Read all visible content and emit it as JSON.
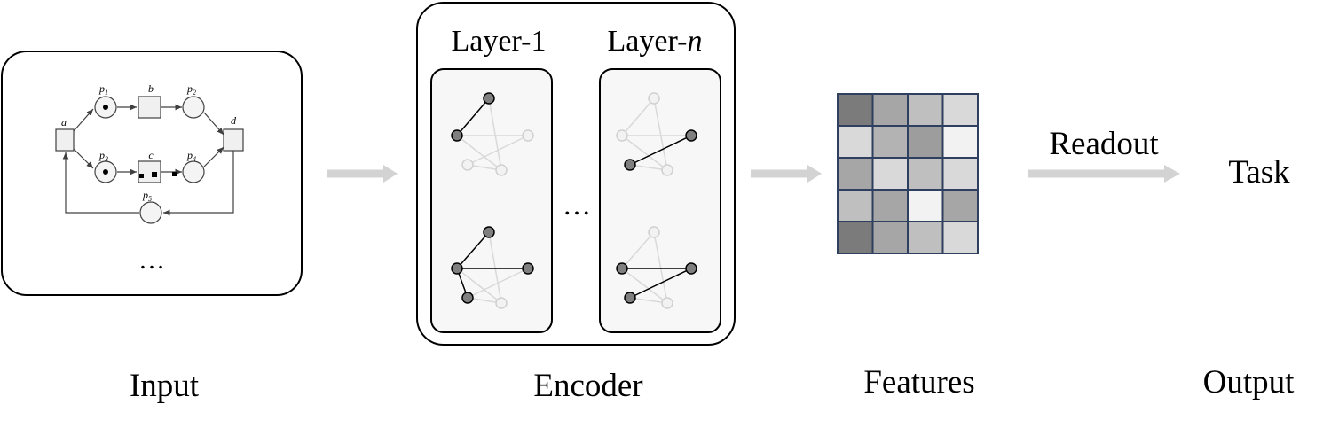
{
  "input": {
    "caption": "Input",
    "ellipsis": "…",
    "petri_net": {
      "transitions": [
        "a",
        "b",
        "c",
        "d"
      ],
      "places": [
        {
          "base": "p",
          "sub": "1",
          "token": true
        },
        {
          "base": "p",
          "sub": "2",
          "token": false
        },
        {
          "base": "p",
          "sub": "3",
          "token": true
        },
        {
          "base": "p",
          "sub": "4",
          "token": false
        },
        {
          "base": "p",
          "sub": "5",
          "token": false
        }
      ]
    }
  },
  "encoder": {
    "caption": "Encoder",
    "layers": [
      {
        "title_prefix": "Layer-",
        "title_index": "1"
      },
      {
        "title_prefix": "Layer-",
        "title_index": "n"
      }
    ],
    "ellipsis": "…"
  },
  "features": {
    "caption": "Features",
    "matrix": [
      [
        "#7b7b7b",
        "#a6a6a6",
        "#bfbfbf",
        "#d9d9d9"
      ],
      [
        "#d9d9d9",
        "#b3b3b3",
        "#9d9d9d",
        "#f2f2f2"
      ],
      [
        "#a6a6a6",
        "#d9d9d9",
        "#bfbfbf",
        "#d9d9d9"
      ],
      [
        "#bfbfbf",
        "#a6a6a6",
        "#f2f2f2",
        "#a6a6a6"
      ],
      [
        "#7b7b7b",
        "#a6a6a6",
        "#bfbfbf",
        "#d9d9d9"
      ]
    ]
  },
  "readout": {
    "label": "Readout"
  },
  "output": {
    "caption": "Output",
    "task": "Task"
  },
  "colors": {
    "node_active": "#7f7f7f",
    "node_faded": "#d9d9d9",
    "arrow": "#d3d3d3"
  }
}
